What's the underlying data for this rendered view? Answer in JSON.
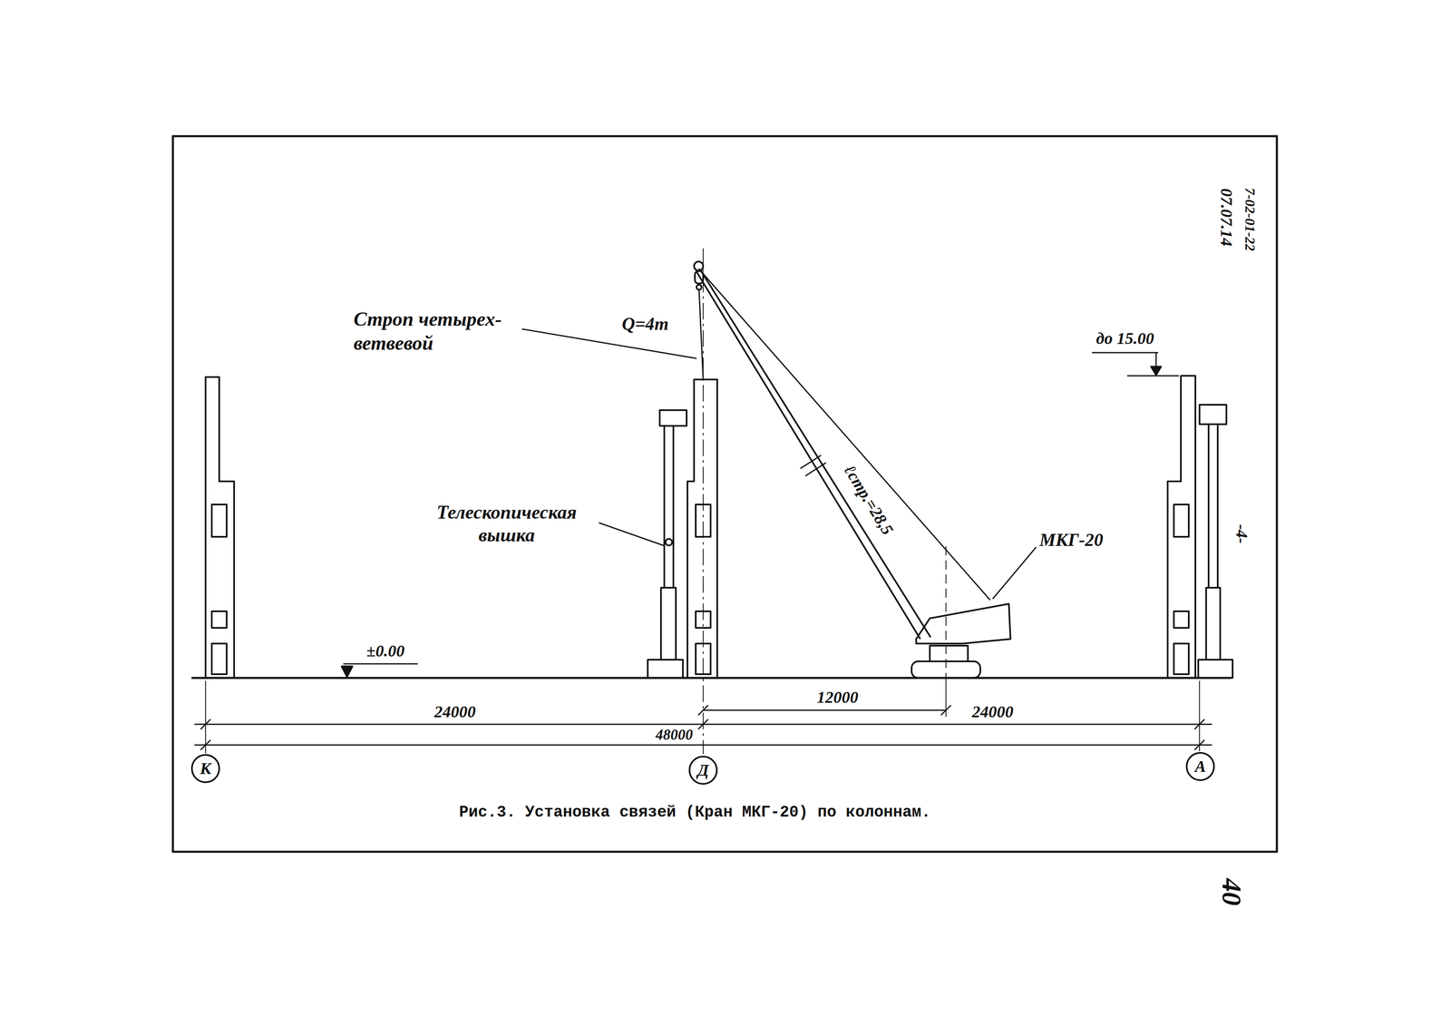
{
  "diagram": {
    "caption": "Рис.3. Установка связей (Кран МКГ-20) по колоннам.",
    "nodes": [
      {
        "text": [
          "К"
        ]
      },
      {
        "text": [
          "Д"
        ]
      },
      {
        "text": [
          "А"
        ]
      }
    ],
    "labels": [
      "07.07.14",
      "7-02-01-22",
      "Строп четырех- ветвевой",
      "Q=4т",
      "до 15.00",
      "Телескопическая вышка",
      "ℓстр.=28,5",
      "-4-",
      "МКГ-20",
      "±0.00",
      "12000",
      "24000",
      "24000",
      "48000",
      "40"
    ]
  }
}
